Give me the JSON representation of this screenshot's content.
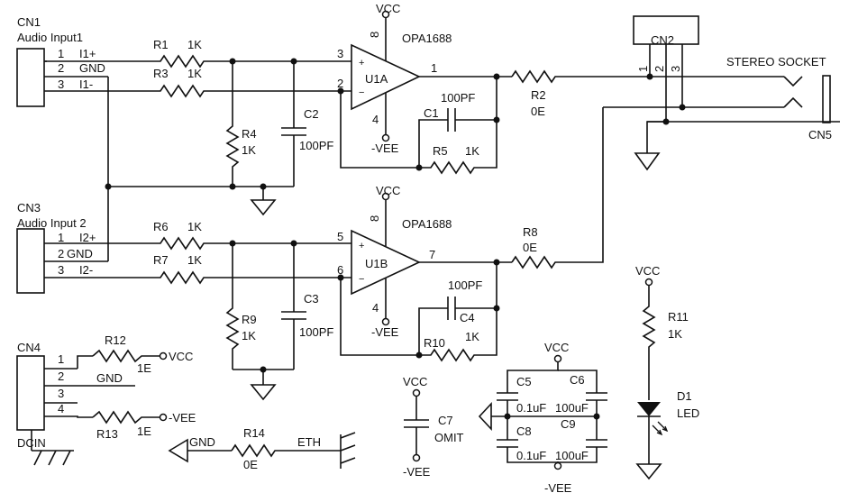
{
  "connectors": {
    "cn1": {
      "ref": "CN1",
      "name": "Audio Input1",
      "pins": [
        "1",
        "2",
        "3"
      ],
      "signals": [
        "I1+",
        "GND",
        "I1-"
      ]
    },
    "cn3": {
      "ref": "CN3",
      "name": "Audio Input 2",
      "pins": [
        "1",
        "2",
        "3"
      ],
      "signals": [
        "I2+",
        "GND",
        "I2-"
      ]
    },
    "cn4": {
      "ref": "CN4",
      "name": "DCIN",
      "pins": [
        "1",
        "2",
        "3",
        "4"
      ],
      "gnd": "GND"
    },
    "cn2": {
      "ref": "CN2",
      "pins": [
        "1",
        "2",
        "3"
      ]
    },
    "cn5": {
      "ref": "CN5",
      "name": "STEREO SOCKET"
    }
  },
  "opamps": {
    "u1a": {
      "ref": "U1A",
      "part": "OPA1688",
      "pin_plus": "3",
      "pin_minus": "2",
      "pin_out": "1",
      "pin_vcc": "8",
      "pin_vee": "4"
    },
    "u1b": {
      "ref": "U1B",
      "part": "OPA1688",
      "pin_plus": "5",
      "pin_minus": "6",
      "pin_out": "7",
      "pin_vcc": "8",
      "pin_vee": "4"
    }
  },
  "components": {
    "r1": {
      "ref": "R1",
      "value": "1K"
    },
    "r3": {
      "ref": "R3",
      "value": "1K"
    },
    "r4": {
      "ref": "R4",
      "value": "1K"
    },
    "r5": {
      "ref": "R5",
      "value": "1K"
    },
    "r2": {
      "ref": "R2",
      "value": "0E"
    },
    "r6": {
      "ref": "R6",
      "value": "1K"
    },
    "r7": {
      "ref": "R7",
      "value": "1K"
    },
    "r9": {
      "ref": "R9",
      "value": "1K"
    },
    "r10": {
      "ref": "R10",
      "value": "1K"
    },
    "r8": {
      "ref": "R8",
      "value": "0E"
    },
    "r11": {
      "ref": "R11",
      "value": "1K"
    },
    "r12": {
      "ref": "R12",
      "value": "1E"
    },
    "r13": {
      "ref": "R13",
      "value": "1E"
    },
    "r14": {
      "ref": "R14",
      "value": "0E"
    },
    "c1": {
      "ref": "C1",
      "value": "100PF"
    },
    "c2": {
      "ref": "C2",
      "value": "100PF"
    },
    "c3": {
      "ref": "C3",
      "value": "100PF"
    },
    "c4": {
      "ref": "C4",
      "value": "100PF"
    },
    "c5": {
      "ref": "C5",
      "value": "0.1uF"
    },
    "c6": {
      "ref": "C6",
      "value": "100uF"
    },
    "c7": {
      "ref": "C7",
      "value": "OMIT"
    },
    "c8": {
      "ref": "C8",
      "value": "0.1uF"
    },
    "c9": {
      "ref": "C9",
      "value": "100uF"
    },
    "d1": {
      "ref": "D1",
      "value": "LED"
    }
  },
  "nets": {
    "vcc": "VCC",
    "vee": "-VEE",
    "gnd": "GND",
    "eth": "ETH"
  }
}
